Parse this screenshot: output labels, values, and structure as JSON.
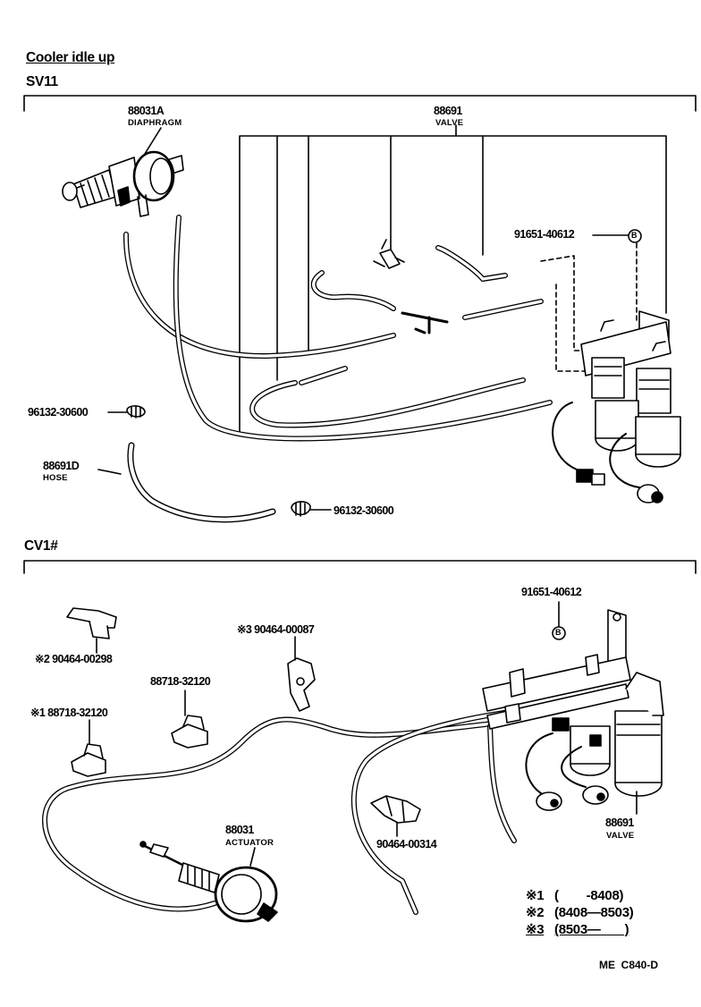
{
  "diagram": {
    "title": "Cooler idle up",
    "sections": {
      "sv11": {
        "heading": "SV11",
        "parts": [
          {
            "number": "88031A",
            "name": "DIAPHRAGM"
          },
          {
            "number": "88691",
            "name": "VALVE"
          },
          {
            "number": "91651-40612"
          },
          {
            "number": "96132-30600"
          },
          {
            "number": "88691D",
            "name": "HOSE"
          },
          {
            "number": "96132-30600"
          }
        ],
        "callout": "B"
      },
      "cv1": {
        "heading": "CV1#",
        "parts": [
          {
            "number": "91651-40612"
          },
          {
            "number": "※3 90464-00087"
          },
          {
            "number": "※2 90464-00298"
          },
          {
            "number": "88718-32120"
          },
          {
            "number": "※1 88718-32120"
          },
          {
            "number": "88031",
            "name": "ACTUATOR"
          },
          {
            "number": "90464-00314"
          },
          {
            "number": "88691",
            "name": "VALVE"
          }
        ],
        "callout": "B"
      }
    },
    "notes": [
      {
        "mark": "※1",
        "range": "(        -8408)"
      },
      {
        "mark": "※2",
        "range": "(8408—8503)"
      },
      {
        "mark": "※3",
        "range": "(8503—       )"
      }
    ],
    "code": "ME  C840-D"
  }
}
